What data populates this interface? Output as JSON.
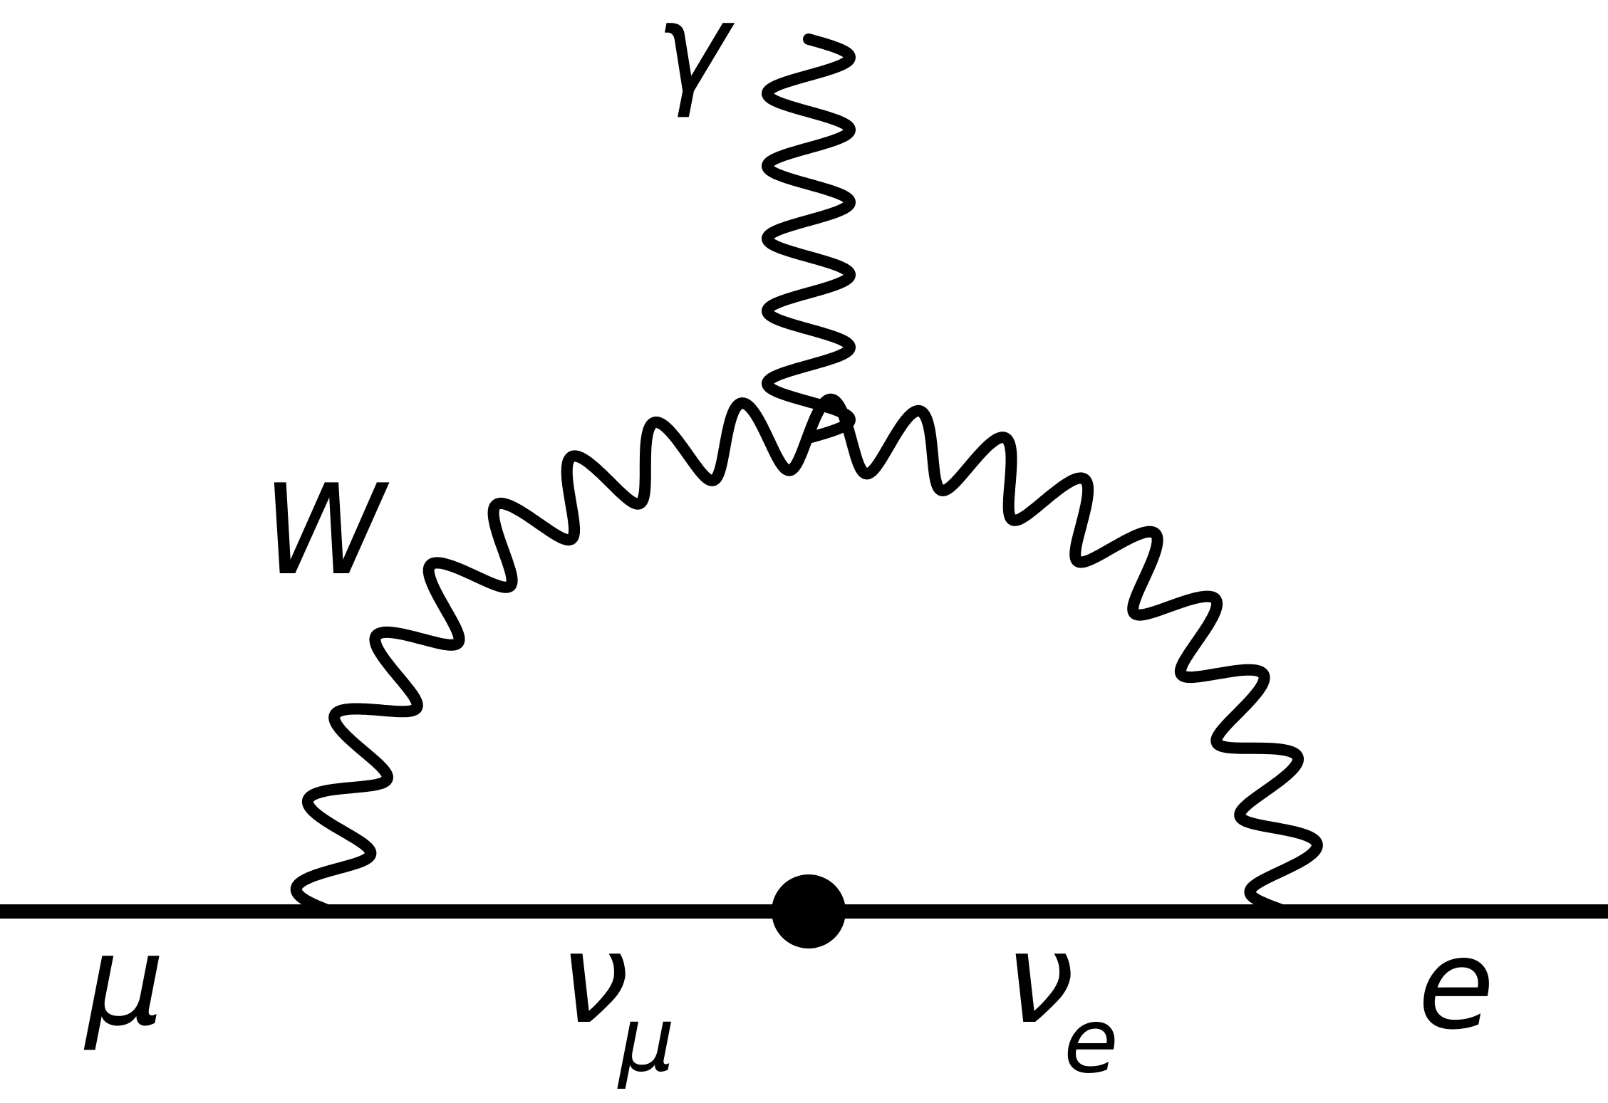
{
  "diagram": {
    "particles": {
      "muon": "μ",
      "muon_neutrino": "ν",
      "muon_neutrino_subscript": "μ",
      "electron_neutrino": "ν",
      "electron_neutrino_subscript": "e",
      "electron": "e",
      "w_boson": "W",
      "photon": "γ"
    },
    "colors": {
      "stroke": "#000000",
      "background": "#ffffff"
    }
  }
}
